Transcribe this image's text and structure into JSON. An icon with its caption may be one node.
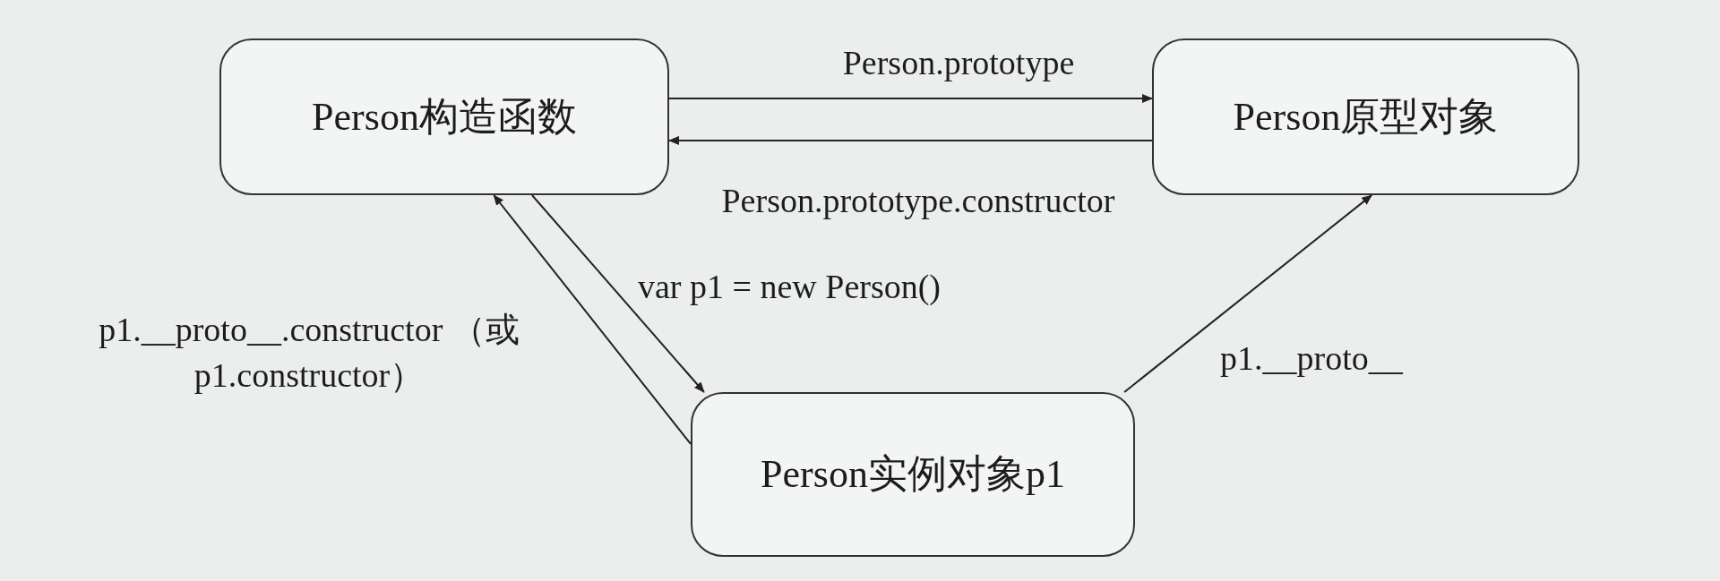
{
  "diagram": {
    "nodes": [
      {
        "text": [
          "Person构造函数"
        ]
      },
      {
        "text": [
          "Person原型对象"
        ]
      },
      {
        "text": [
          "Person实例对象p1"
        ]
      }
    ],
    "edges": [
      {
        "from": 0,
        "to": 1,
        "arrow": "to",
        "label": "Person.prototype"
      },
      {
        "from": 1,
        "to": 0,
        "arrow": "to",
        "label": "Person.prototype.constructor"
      },
      {
        "from": 0,
        "to": 2,
        "arrow": "to",
        "label": "var p1 = new Person()"
      },
      {
        "from": 2,
        "to": 0,
        "arrow": "to",
        "label": "p1.__proto__.constructor （或p1.constructor）"
      },
      {
        "from": 2,
        "to": 1,
        "arrow": "to",
        "label": "p1.__proto__"
      }
    ]
  }
}
